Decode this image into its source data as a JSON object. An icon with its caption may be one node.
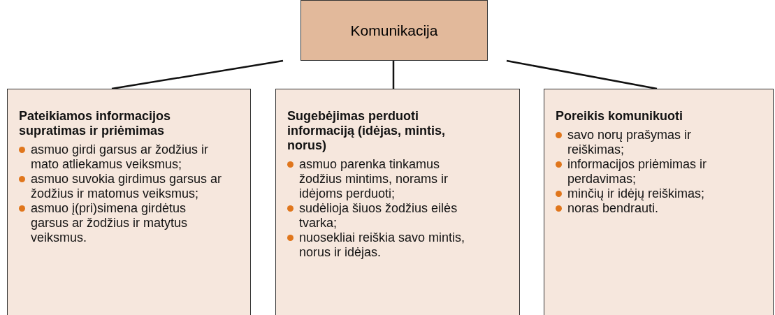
{
  "diagram": {
    "nodes": [
      {
        "text": [
          "Komunikacija"
        ]
      },
      {
        "text": [
          "Pateikiamos informacijos supratimas ir priėmimas",
          "asmuo girdi garsus ar žodžius ir mato atliekamus veiksmus;",
          "asmuo suvokia girdimus garsus ar žodžius ir matomus veiksmus;",
          "asmuo į(pri)simena girdėtus garsus ar žodžius ir matytus veiksmus."
        ]
      },
      {
        "text": [
          "Sugebėjimas perduoti informaciją (idėjas, mintis, norus)",
          "asmuo parenka tinkamus žodžius mintims, norams ir idėjoms perduoti;",
          "sudėlioja šiuos žodžius eilės tvarka;",
          "nuosekliai reiškia savo mintis, norus ir idėjas."
        ]
      },
      {
        "text": [
          "Poreikis komunikuoti",
          "savo norų prašymas ir reiškimas;",
          "informacijos priėmimas ir perdavimas;",
          "minčių ir idėjų reiškimas;",
          "noras bendrauti."
        ]
      }
    ],
    "edges": [
      {
        "from": 0,
        "to": 1,
        "arrow": "none"
      },
      {
        "from": 0,
        "to": 2,
        "arrow": "none"
      },
      {
        "from": 0,
        "to": 3,
        "arrow": "none"
      }
    ]
  }
}
